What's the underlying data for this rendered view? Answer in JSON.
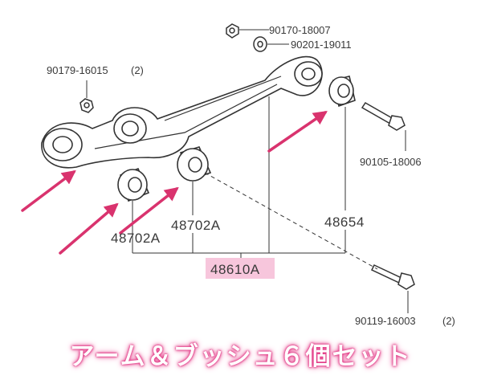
{
  "labels": {
    "nut_top": "90170-18007",
    "washer_top": "90201-19011",
    "nut_left": "90179-16015",
    "nut_left_qty": "(2)",
    "bolt_right_upper": "90105-18006",
    "bushing_front_a": "48702A",
    "bushing_front_b": "48702A",
    "bushing_rear": "48654",
    "arm": "48610A",
    "bolt_right_lower": "90119-16003",
    "bolt_right_lower_qty": "(2)"
  },
  "caption": "アーム＆ブッシュ６個セット",
  "colors": {
    "arrow": "#d9336e",
    "arm_highlight": "#f7c6dc",
    "caption_glow": "#e0307f",
    "line": "#333333"
  }
}
